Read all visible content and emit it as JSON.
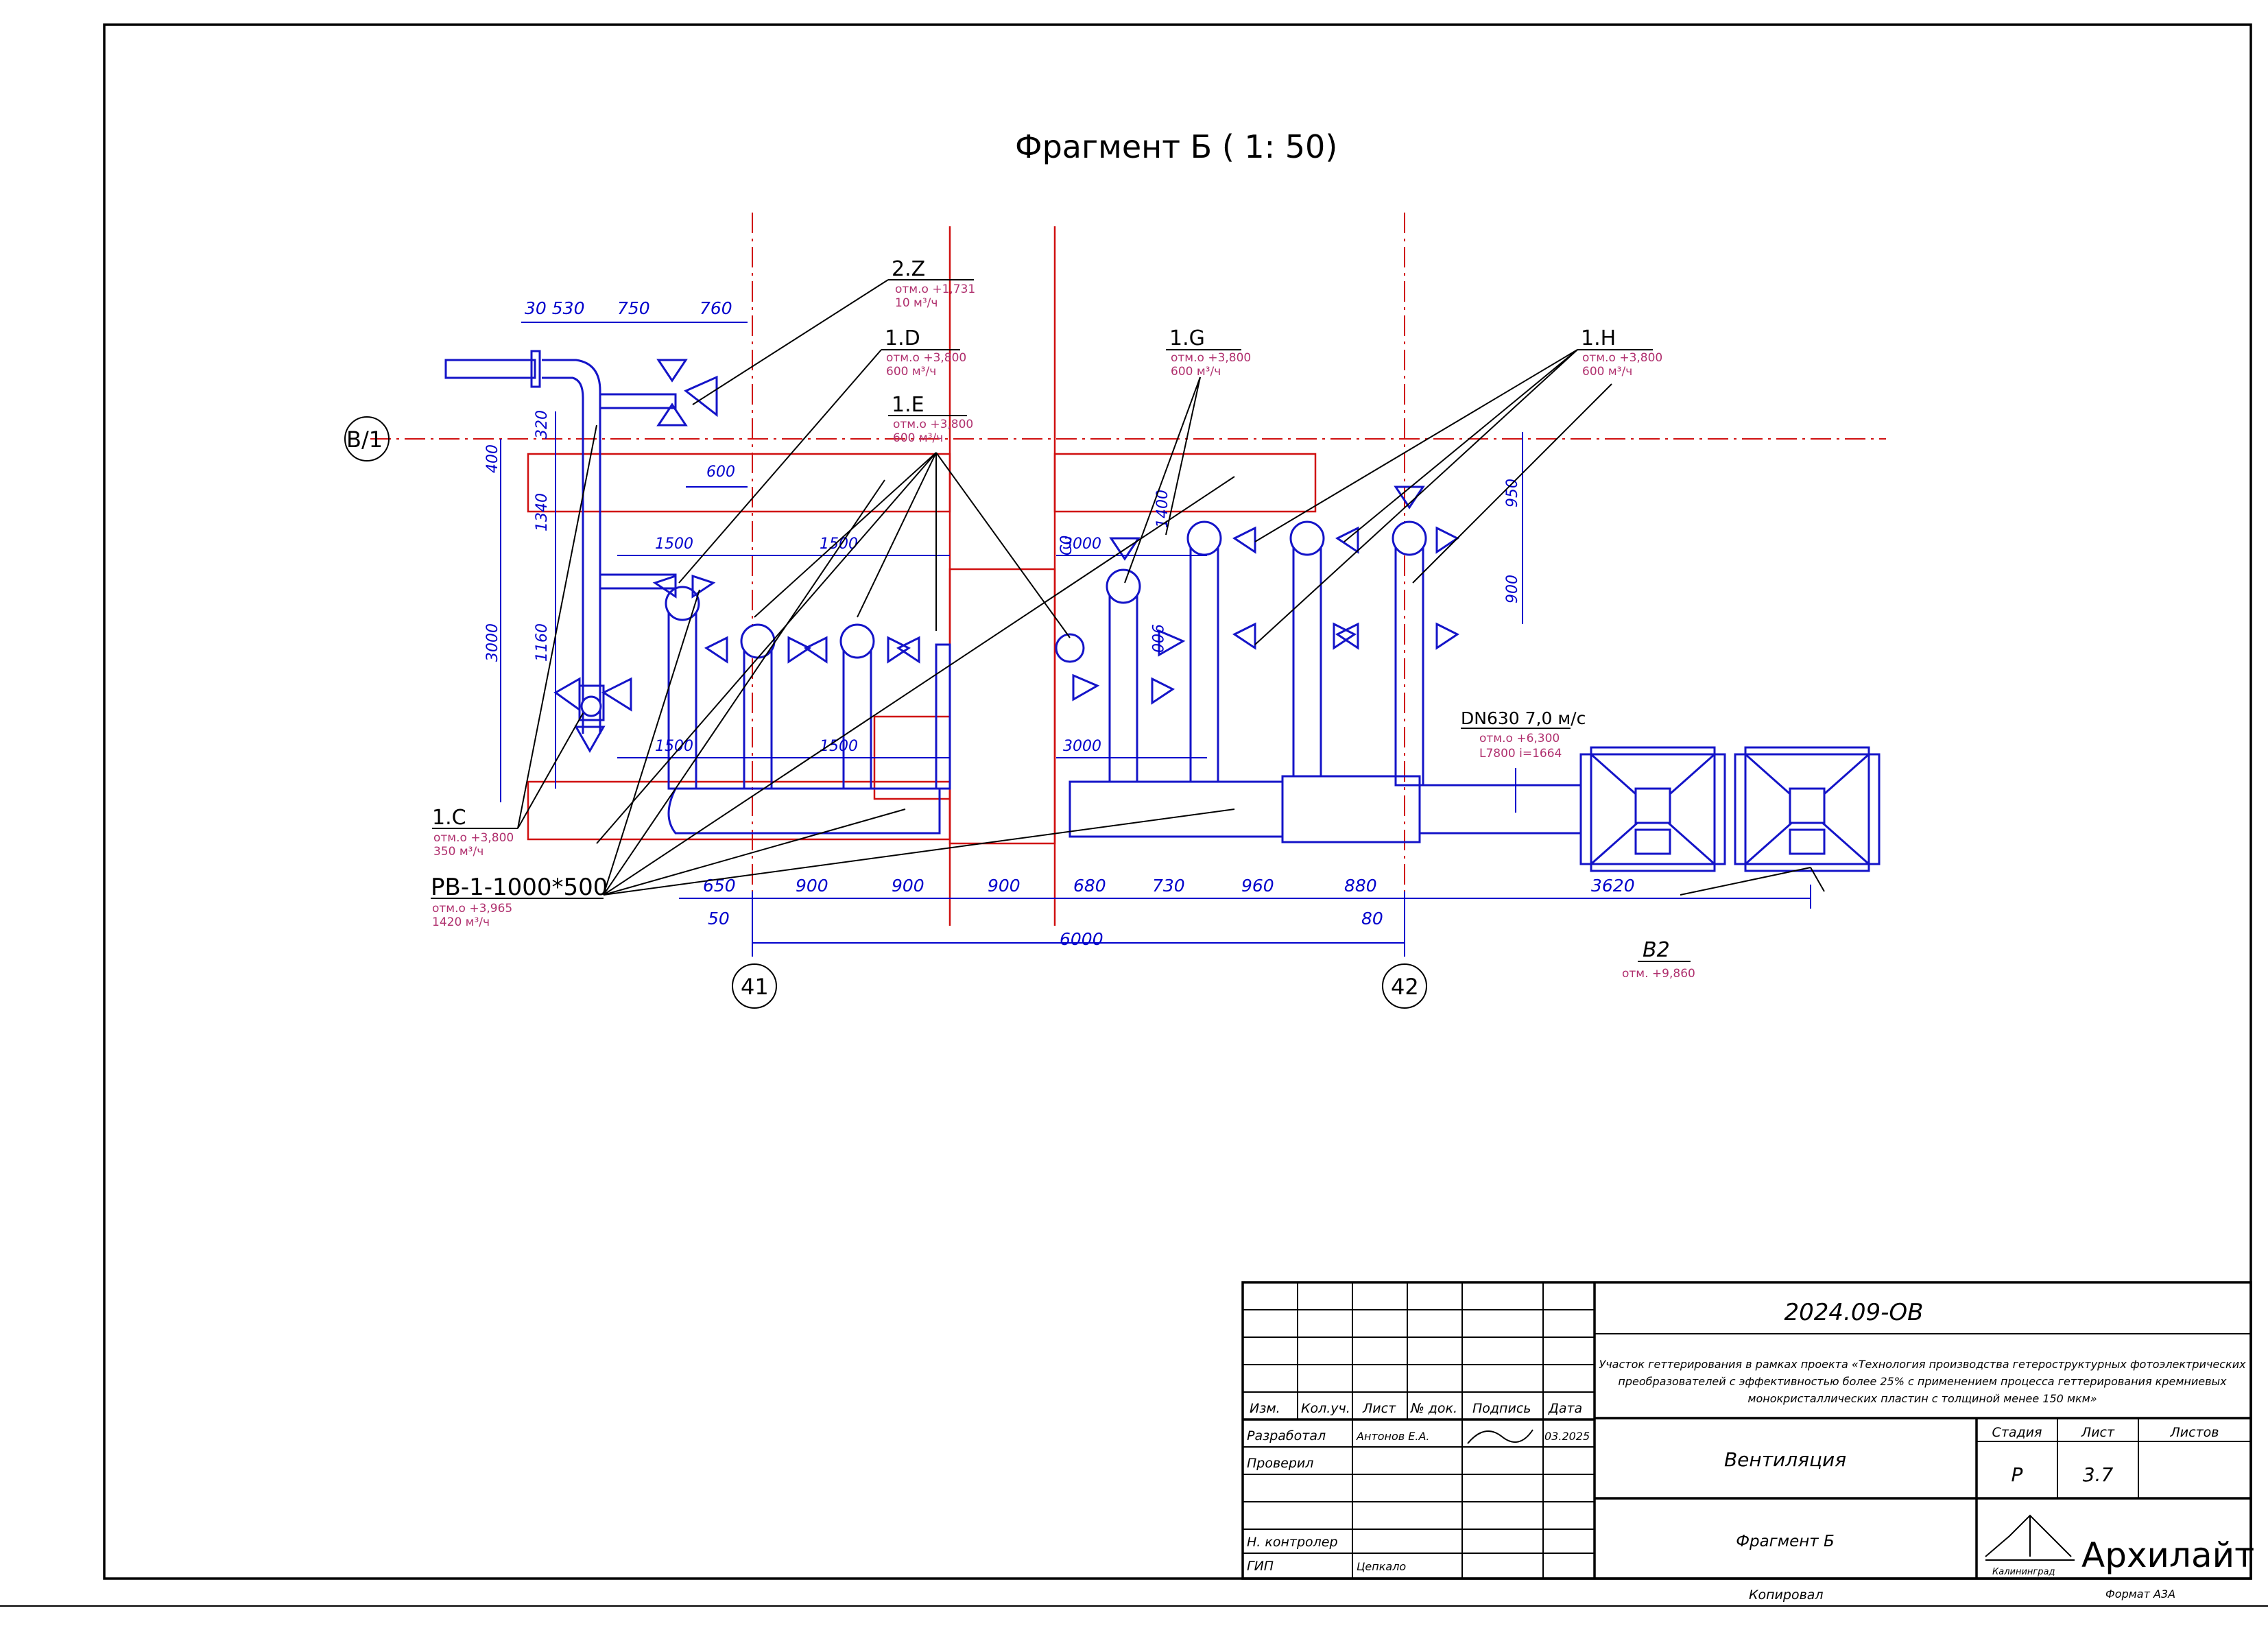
{
  "drawing": {
    "title": "Фрагмент Б ( 1: 50)",
    "axes": {
      "row": "В/1",
      "col_left": "41",
      "col_right": "42"
    },
    "labels": {
      "z2": {
        "name": "2.Z",
        "elev": "отм.о +1,731",
        "flow": "10 м³/ч"
      },
      "d1": {
        "name": "1.D",
        "elev": "отм.о +3,800",
        "flow": "600 м³/ч"
      },
      "e1": {
        "name": "1.E",
        "elev": "отм.о +3,800",
        "flow": "600 м³/ч"
      },
      "g1": {
        "name": "1.G",
        "elev": "отм.о +3,800",
        "flow": "600 м³/ч"
      },
      "h1": {
        "name": "1.H",
        "elev": "отм.о +3,800",
        "flow": "600 м³/ч"
      },
      "c1": {
        "name": "1.C",
        "elev": "отм.о +3,800",
        "flow": "350 м³/ч"
      },
      "rb": {
        "name": "PB-1-1000*500",
        "elev": "отм.о +3,965",
        "flow": "1420 м³/ч"
      },
      "dn": {
        "name": "DN630  7,0 м/с",
        "elev": "отм.о +6,300",
        "len": "L7800 i=1664"
      },
      "b2": {
        "name": "B2",
        "elev": "отм. +9,860"
      }
    },
    "dims": {
      "top": [
        "30 530",
        "750",
        "760"
      ],
      "left_v": [
        "320",
        "400",
        "1340",
        "3000",
        "1160"
      ],
      "mid": [
        "600",
        "1500",
        "1500",
        "3000",
        "1500",
        "1500",
        "3000",
        "1400",
        "900",
        "950",
        "900",
        "C0"
      ],
      "bottom": [
        "650",
        "900",
        "900",
        "900",
        "680",
        "730",
        "960",
        "880",
        "3620"
      ],
      "bottom_small": [
        "50",
        "80"
      ],
      "total": "6000"
    }
  },
  "title_block": {
    "code": "2024.09-ОВ",
    "description": "Участок геттерирования в рамках проекта «Технология производства гетероструктурных фотоэлектрических преобразователей с эффективностью более 25% с применением процесса геттерирования кремниевых монокристаллических пластин с толщиной менее 150 мкм»",
    "desc_lines": [
      "Участок геттерирования в рамках проекта «Технология производства гетероструктурных фотоэлектрических",
      "преобразователей с эффективностью более 25% с применением процесса геттерирования кремниевых",
      "монокристаллических пластин с толщиной менее 150 мкм»"
    ],
    "headers": {
      "izm": "Изм.",
      "kol": "Кол.уч.",
      "list": "Лист",
      "doc": "№ док.",
      "sign": "Подпись",
      "date": "Дата"
    },
    "rows": {
      "developed_label": "Разработал",
      "developed_name": "Антонов Е.А.",
      "date": "03.2025",
      "checked_label": "Проверил",
      "norm_label": "Н. контролер",
      "gip_label": "ГИП",
      "gip_name": "Цепкало"
    },
    "system": "Вентиляция",
    "sheet_title": "Фрагмент Б",
    "stage_h": "Стадия",
    "sheet_h": "Лист",
    "sheets_h": "Листов",
    "stage": "Р",
    "sheet_no": "3.7",
    "company": "Архилайт",
    "company_city": "Калининград",
    "copied": "Копировал",
    "format": "Формат А3А"
  }
}
